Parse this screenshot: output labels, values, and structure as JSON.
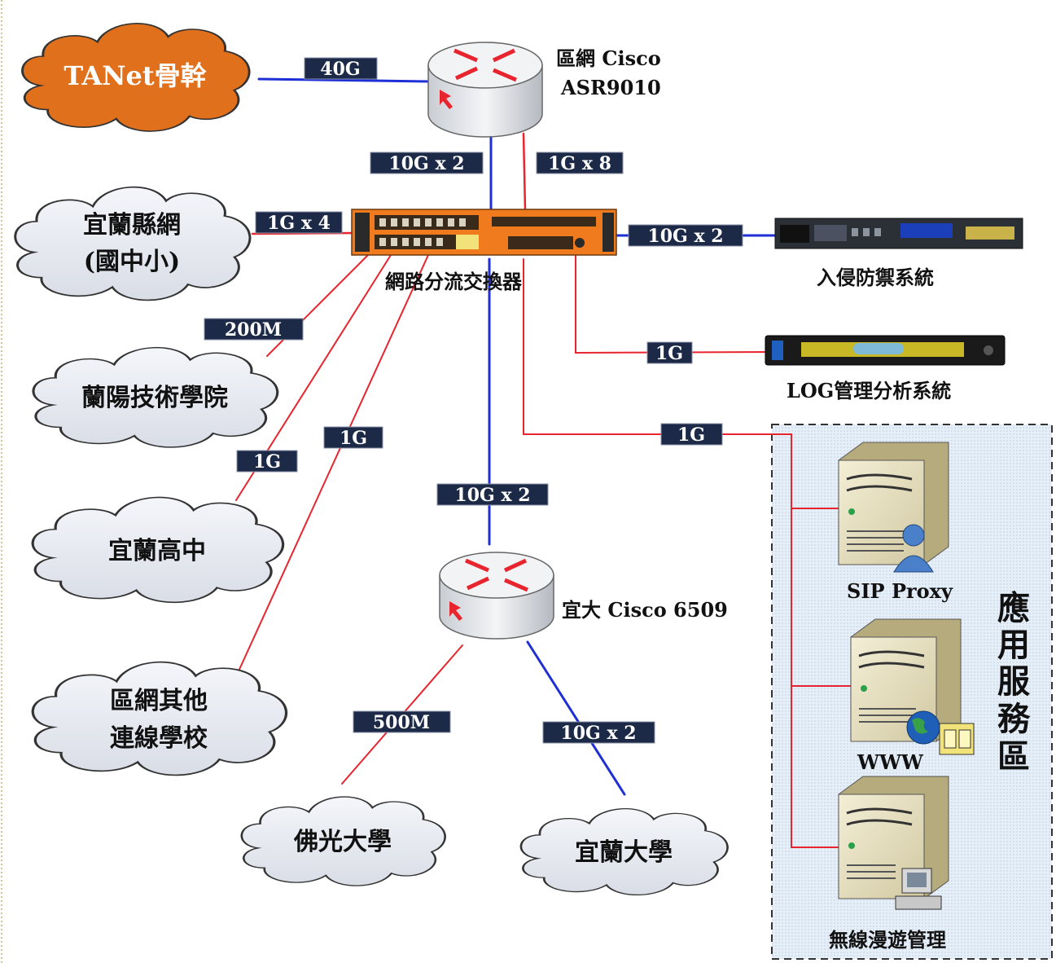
{
  "nodes": {
    "tanet": "TANet骨幹",
    "yilan_county_line1": "宜蘭縣網",
    "yilan_county_line2": "(國中小)",
    "lanyang": "蘭陽技術學院",
    "yilan_hs": "宜蘭高中",
    "other_line1": "區網其他",
    "other_line2": "連線學校",
    "foguang": "佛光大學",
    "niu": "宜蘭大學",
    "core_router_line1": "區網 Cisco",
    "core_router_line2": "ASR9010",
    "campus_router": "宜大 Cisco 6509",
    "switch": "網路分流交換器",
    "ips": "入侵防禦系統",
    "log": "LOG管理分析系統",
    "sip": "SIP Proxy",
    "www": "WWW",
    "wireless": "無線漫遊管理",
    "service_zone": [
      "應",
      "用",
      "服",
      "務",
      "區"
    ]
  },
  "links": {
    "tanet_core": "40G",
    "core_switch_blue": "10G x 2",
    "core_switch_red": "1G x 8",
    "county_switch": "1G x 4",
    "switch_ips": "10G x 2",
    "lanyang": "200M",
    "yilan_hs": "1G",
    "other": "1G",
    "switch_campus": "10G x 2",
    "log": "1G",
    "services": "1G",
    "foguang": "500M",
    "niu": "10G x 2"
  },
  "colors": {
    "blue_link": "#1f2fd6",
    "red_link": "#e8242e",
    "label_bg": "#1d2a47",
    "tanet_cloud": "#e0701c",
    "cloud": "#e8ebf2",
    "switch_orange": "#f07a1e"
  }
}
